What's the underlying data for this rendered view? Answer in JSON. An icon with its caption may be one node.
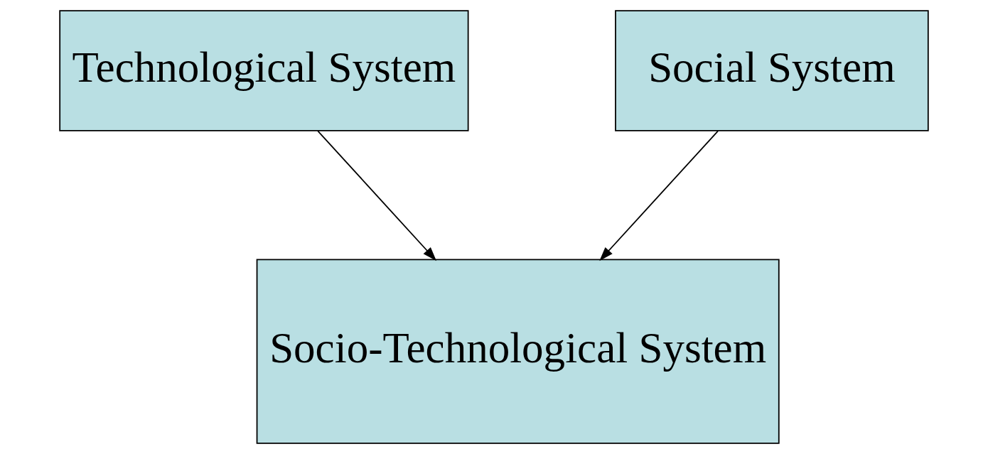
{
  "diagram": {
    "nodes": [
      {
        "text": [
          "Technological System"
        ]
      },
      {
        "text": [
          "Social System"
        ]
      },
      {
        "text": [
          "Socio-Technological System"
        ]
      }
    ],
    "edges": [
      {
        "from": 0,
        "to": 2,
        "arrow": "to"
      },
      {
        "from": 1,
        "to": 2,
        "arrow": "to"
      }
    ]
  }
}
